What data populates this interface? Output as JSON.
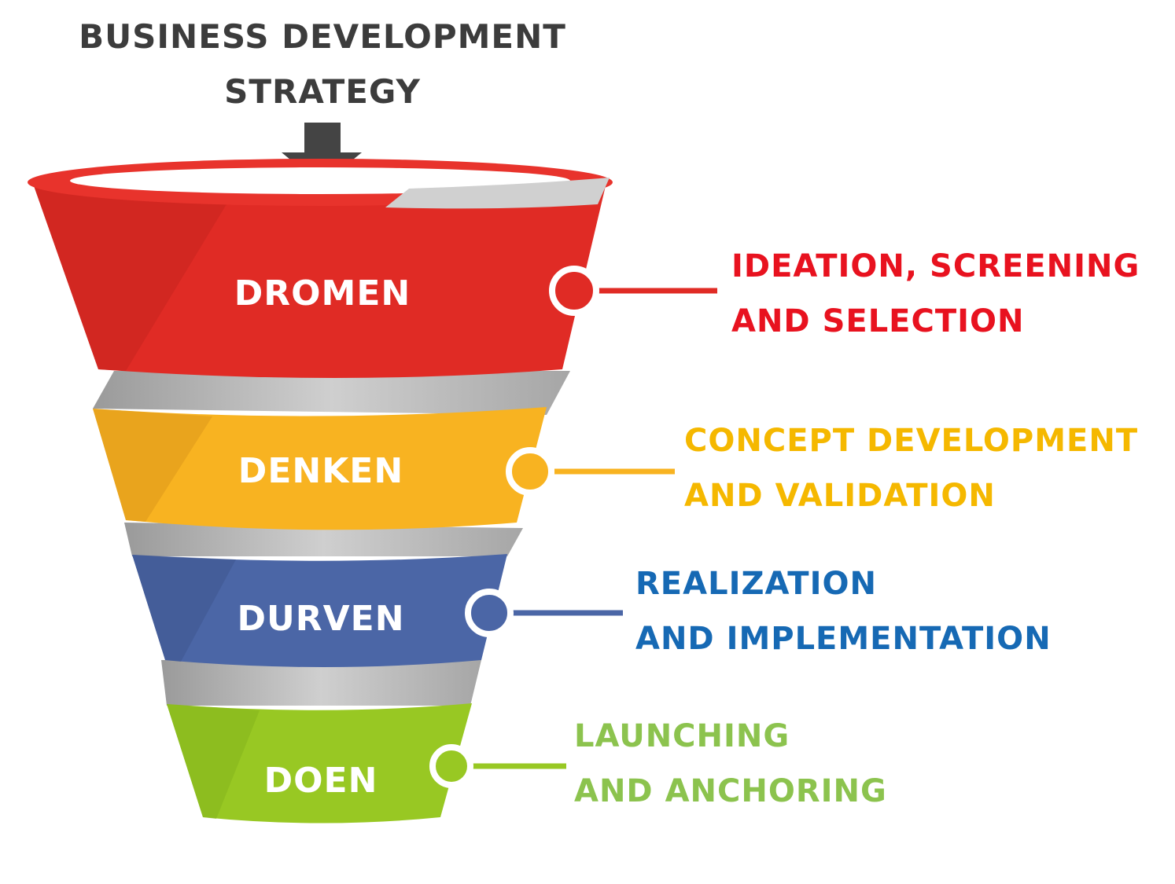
{
  "title": {
    "line1": "BUSINESS DEVELOPMENT",
    "line2": "STRATEGY"
  },
  "stages": [
    {
      "label": "DROMEN",
      "color": "#e02b25",
      "desc_line1": "IDEATION, SCREENING",
      "desc_line2": "AND SELECTION",
      "desc_color": "#e8121f"
    },
    {
      "label": "DENKEN",
      "color": "#f8b321",
      "desc_line1": "CONCEPT DEVELOPMENT",
      "desc_line2": "AND VALIDATION",
      "desc_color": "#f5b800"
    },
    {
      "label": "DURVEN",
      "color": "#4b66a6",
      "desc_line1": "REALIZATION",
      "desc_line2": "AND IMPLEMENTATION",
      "desc_color": "#1669b4"
    },
    {
      "label": "DOEN",
      "color": "#98c823",
      "desc_line1": "LAUNCHING",
      "desc_line2": "AND ANCHORING",
      "desc_color": "#8cc34e"
    }
  ]
}
